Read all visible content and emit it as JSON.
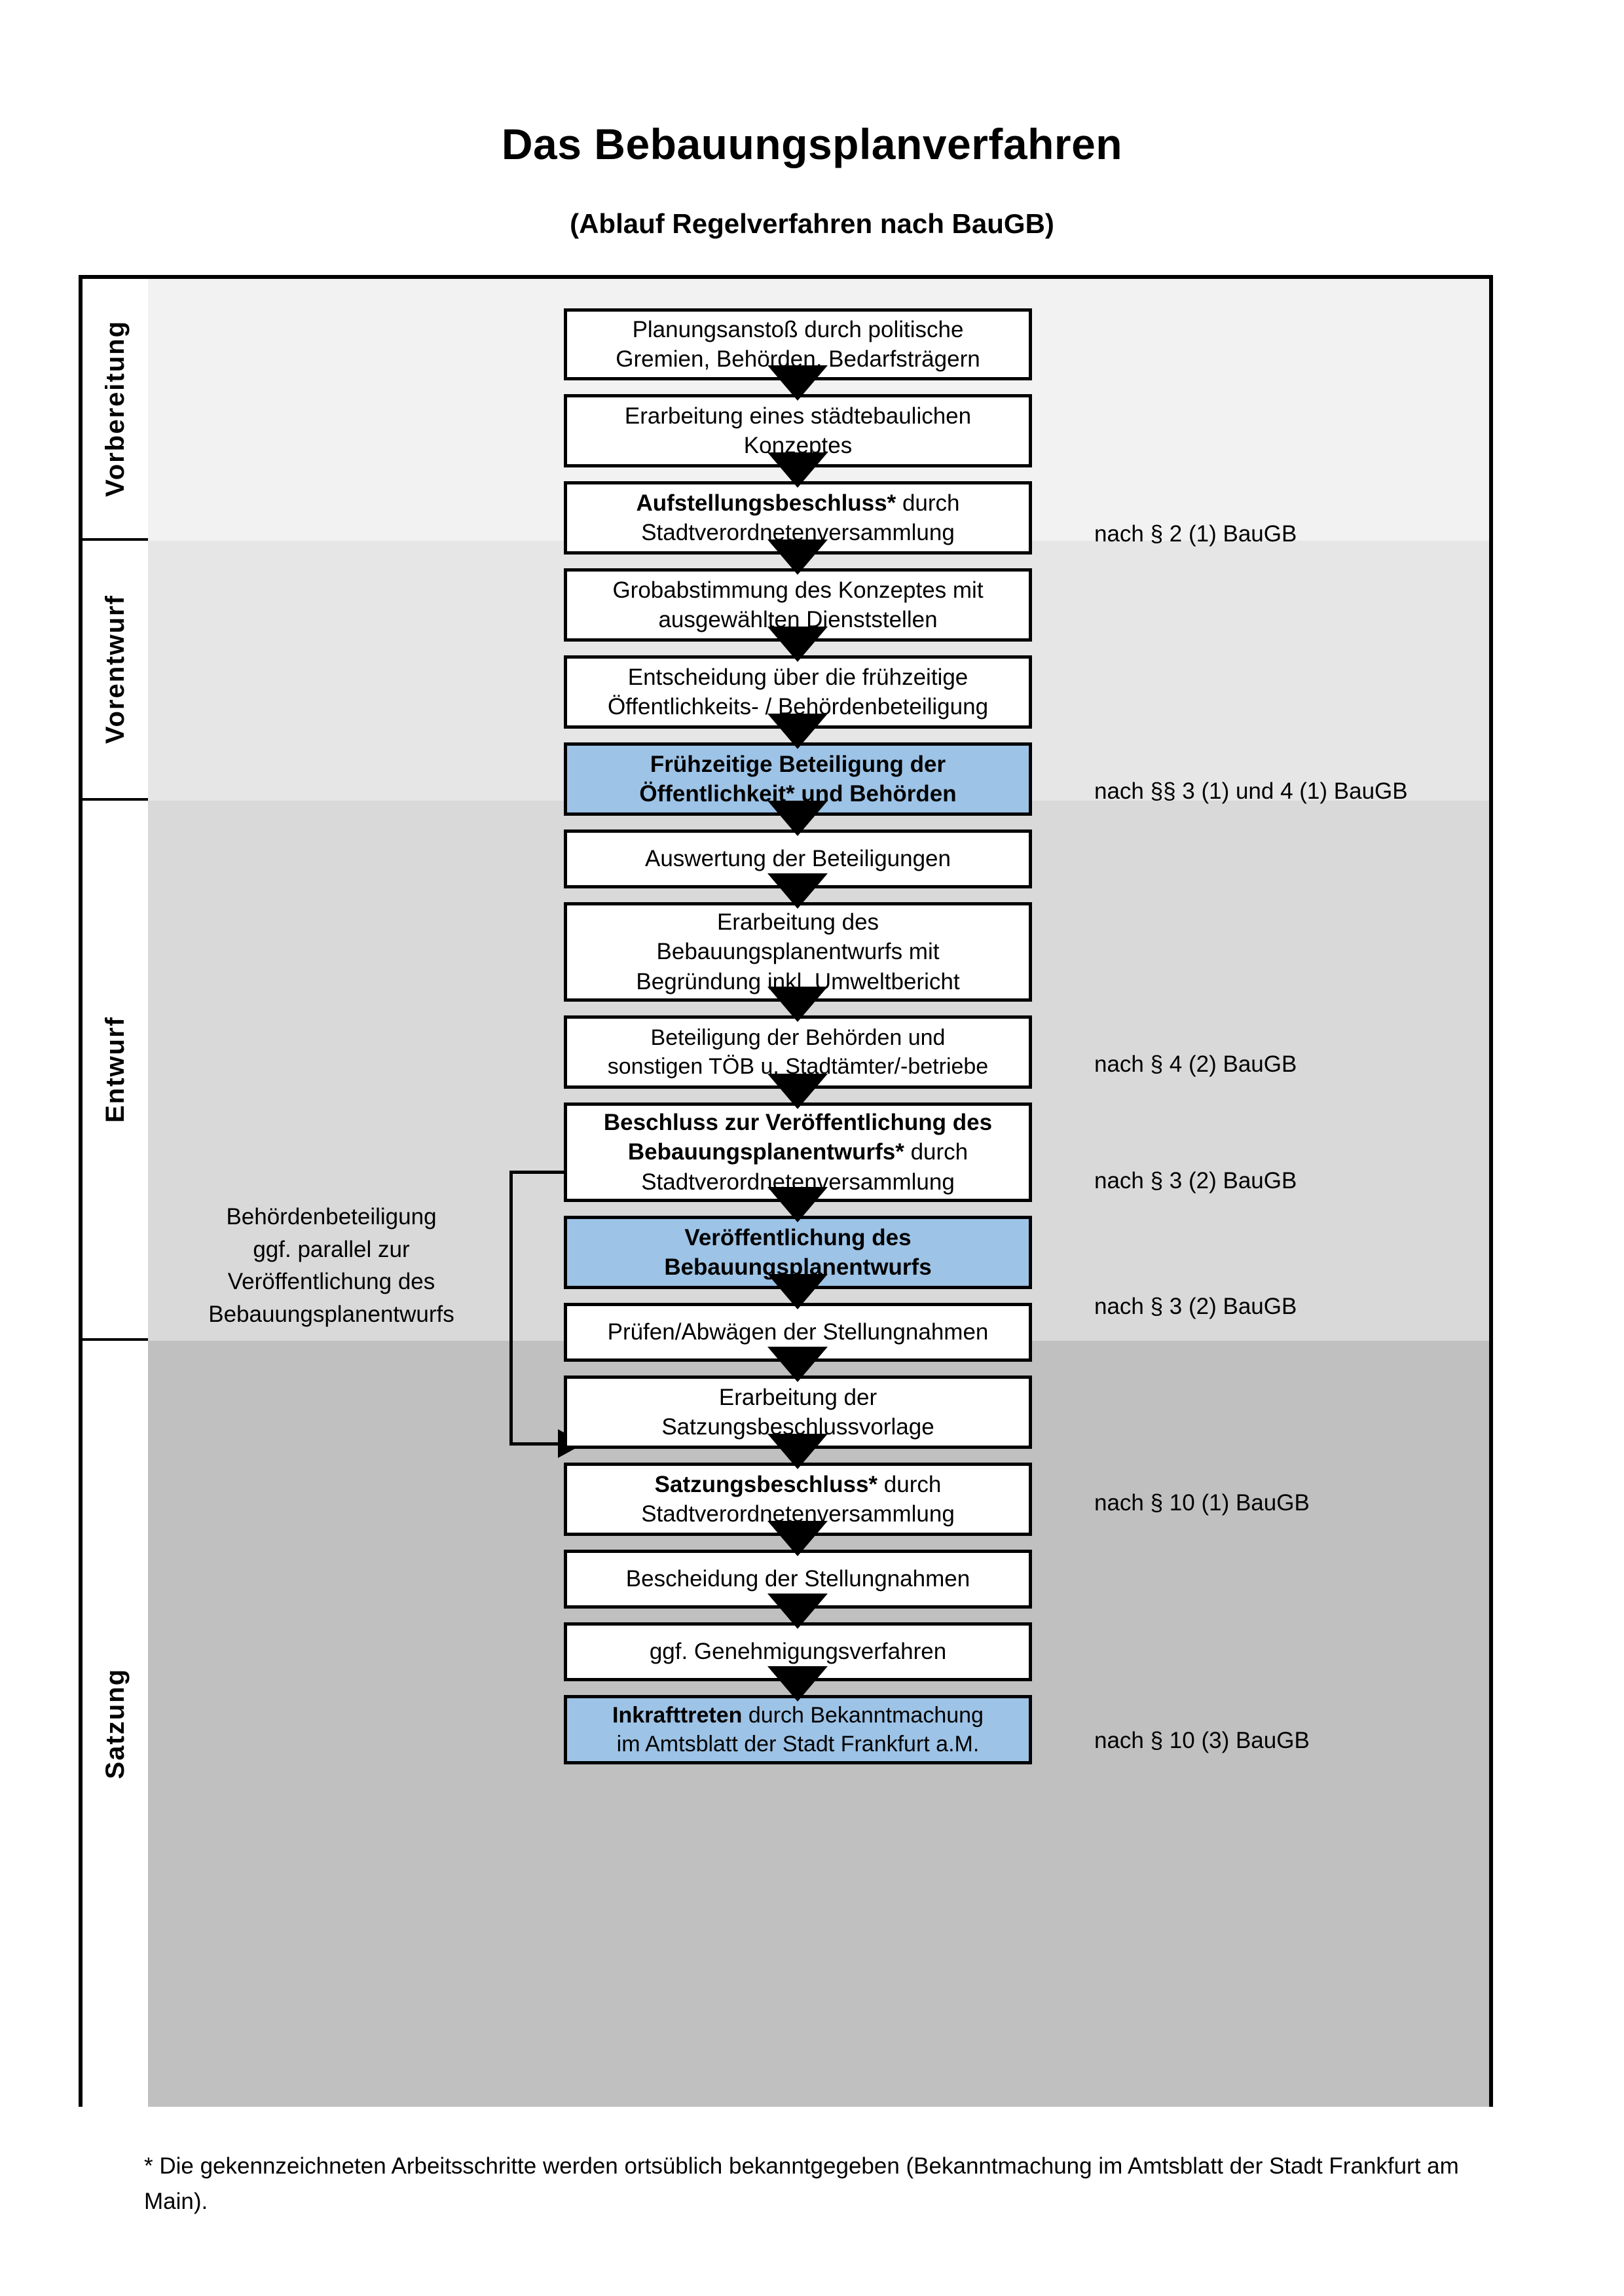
{
  "title": "Das Bebauungsplanverfahren",
  "subtitle": "(Ablauf Regelverfahren nach BauGB)",
  "phases": [
    {
      "id": "vorbereitung",
      "label": "Vorbereitung"
    },
    {
      "id": "vorentwurf",
      "label": "Vorentwurf"
    },
    {
      "id": "entwurf",
      "label": "Entwurf"
    },
    {
      "id": "satzung",
      "label": "Satzung"
    }
  ],
  "band_colors": {
    "vorbereitung": "#F2F2F2",
    "vorentwurf": "#E6E6E6",
    "entwurf": "#D9D9D9",
    "satzung": "#C0C0C0"
  },
  "accent_blue": "#9DC3E6",
  "steps": [
    {
      "id": "planungsanstoss",
      "phase": "vorbereitung",
      "highlight": false,
      "lines": [
        {
          "text": "Planungsanstoß durch politische",
          "bold": false
        },
        {
          "text": "Gremien, Behörden, Bedarfsträgern",
          "bold": false
        }
      ]
    },
    {
      "id": "staedtebauliches-konzept",
      "phase": "vorbereitung",
      "highlight": false,
      "lines": [
        {
          "text": "Erarbeitung eines städtebaulichen",
          "bold": false
        },
        {
          "text": "Konzeptes",
          "bold": false
        }
      ]
    },
    {
      "id": "aufstellungsbeschluss",
      "phase": "vorbereitung",
      "highlight": false,
      "lines": [
        {
          "bold_part": "Aufstellungsbeschluss*",
          "rest": " durch"
        },
        {
          "text": "Stadtverordnetenversammlung",
          "bold": false
        }
      ]
    },
    {
      "id": "grobabstimmung",
      "phase": "vorentwurf",
      "highlight": false,
      "lines": [
        {
          "text": "Grobabstimmung des Konzeptes mit",
          "bold": false
        },
        {
          "text": "ausgewählten Dienststellen",
          "bold": false
        }
      ]
    },
    {
      "id": "entscheidung-fruehzeitige",
      "phase": "vorentwurf",
      "highlight": false,
      "lines": [
        {
          "text": "Entscheidung über die frühzeitige",
          "bold": false
        },
        {
          "text": "Öffentlichkeits- / Behördenbeteiligung",
          "bold": false
        }
      ]
    },
    {
      "id": "fruehzeitige-beteiligung",
      "phase": "vorentwurf",
      "highlight": true,
      "lines": [
        {
          "text": "Frühzeitige Beteiligung der",
          "bold": true
        },
        {
          "text": "Öffentlichkeit* und Behörden",
          "bold": true
        }
      ]
    },
    {
      "id": "auswertung-beteiligungen",
      "phase": "entwurf",
      "highlight": false,
      "lines": [
        {
          "text": "Auswertung der Beteiligungen",
          "bold": false
        }
      ]
    },
    {
      "id": "erarbeitung-entwurf",
      "phase": "entwurf",
      "highlight": false,
      "lines": [
        {
          "text": "Erarbeitung des",
          "bold": false
        },
        {
          "text": "Bebauungsplanentwurfs mit",
          "bold": false
        },
        {
          "text": "Begründung inkl. Umweltbericht",
          "bold": false
        }
      ]
    },
    {
      "id": "beteiligung-behoerden",
      "phase": "entwurf",
      "highlight": false,
      "lines": [
        {
          "text": "Beteiligung der Behörden und",
          "bold": false
        },
        {
          "text": "sonstigen TÖB u. Stadtämter/-betriebe",
          "bold": false
        }
      ]
    },
    {
      "id": "beschluss-veroeffentlichung",
      "phase": "entwurf",
      "highlight": false,
      "lines": [
        {
          "text": "Beschluss zur Veröffentlichung des",
          "bold": true
        },
        {
          "bold_part": "Bebauungsplanentwurfs*",
          "rest": " durch"
        },
        {
          "text": "Stadtverordnetenversammlung",
          "bold": false
        }
      ]
    },
    {
      "id": "veroeffentlichung-entwurf",
      "phase": "entwurf",
      "highlight": true,
      "lines": [
        {
          "text": "Veröffentlichung des",
          "bold": true
        },
        {
          "text": "Bebauungsplanentwurfs",
          "bold": true
        }
      ]
    },
    {
      "id": "pruefen-abwaegen",
      "phase": "satzung",
      "highlight": false,
      "lines": [
        {
          "text": "Prüfen/Abwägen der Stellungnahmen",
          "bold": false
        }
      ]
    },
    {
      "id": "erarbeitung-satzungsvorlage",
      "phase": "satzung",
      "highlight": false,
      "lines": [
        {
          "text": "Erarbeitung der",
          "bold": false
        },
        {
          "text": "Satzungsbeschlussvorlage",
          "bold": false
        }
      ]
    },
    {
      "id": "satzungsbeschluss",
      "phase": "satzung",
      "highlight": false,
      "lines": [
        {
          "bold_part": "Satzungsbeschluss*",
          "rest": " durch"
        },
        {
          "text": "Stadtverordnetenversammlung",
          "bold": false
        }
      ]
    },
    {
      "id": "bescheidung-stellungnahmen",
      "phase": "satzung",
      "highlight": false,
      "lines": [
        {
          "text": "Bescheidung der Stellungnahmen",
          "bold": false
        }
      ]
    },
    {
      "id": "genehmigungsverfahren",
      "phase": "satzung",
      "highlight": false,
      "lines": [
        {
          "text": "ggf. Genehmigungsverfahren",
          "bold": false
        }
      ]
    },
    {
      "id": "inkrafttreten",
      "phase": "satzung",
      "highlight": true,
      "lines": [
        {
          "bold_part": "Inkrafttreten",
          "rest": " durch Bekanntmachung"
        },
        {
          "text": "im Amtsblatt der Stadt Frankfurt a.M.",
          "bold": false
        }
      ]
    }
  ],
  "legal_notes": [
    {
      "id": "note-par2-1",
      "text": "nach § 2 (1) BauGB"
    },
    {
      "id": "note-par3-4-1",
      "text": "nach §§ 3 (1) und 4 (1) BauGB"
    },
    {
      "id": "note-par4-2",
      "text": "nach § 4 (2) BauGB"
    },
    {
      "id": "note-par3-2a",
      "text": "nach § 3 (2) BauGB"
    },
    {
      "id": "note-par3-2b",
      "text": "nach § 3 (2) BauGB"
    },
    {
      "id": "note-par10-1",
      "text": "nach § 10 (1) BauGB"
    },
    {
      "id": "note-par10-3",
      "text": "nach § 10 (3) BauGB"
    }
  ],
  "parallel_note": {
    "lines": [
      "Behördenbeteiligung",
      "ggf. parallel zur",
      "Veröffentlichung des",
      "Bebauungsplanentwurfs"
    ]
  },
  "footnote": "* Die gekennzeichneten Arbeitsschritte werden ortsüblich bekanntgegeben (Bekanntmachung im Amtsblatt  der Stadt Frankfurt am Main)."
}
